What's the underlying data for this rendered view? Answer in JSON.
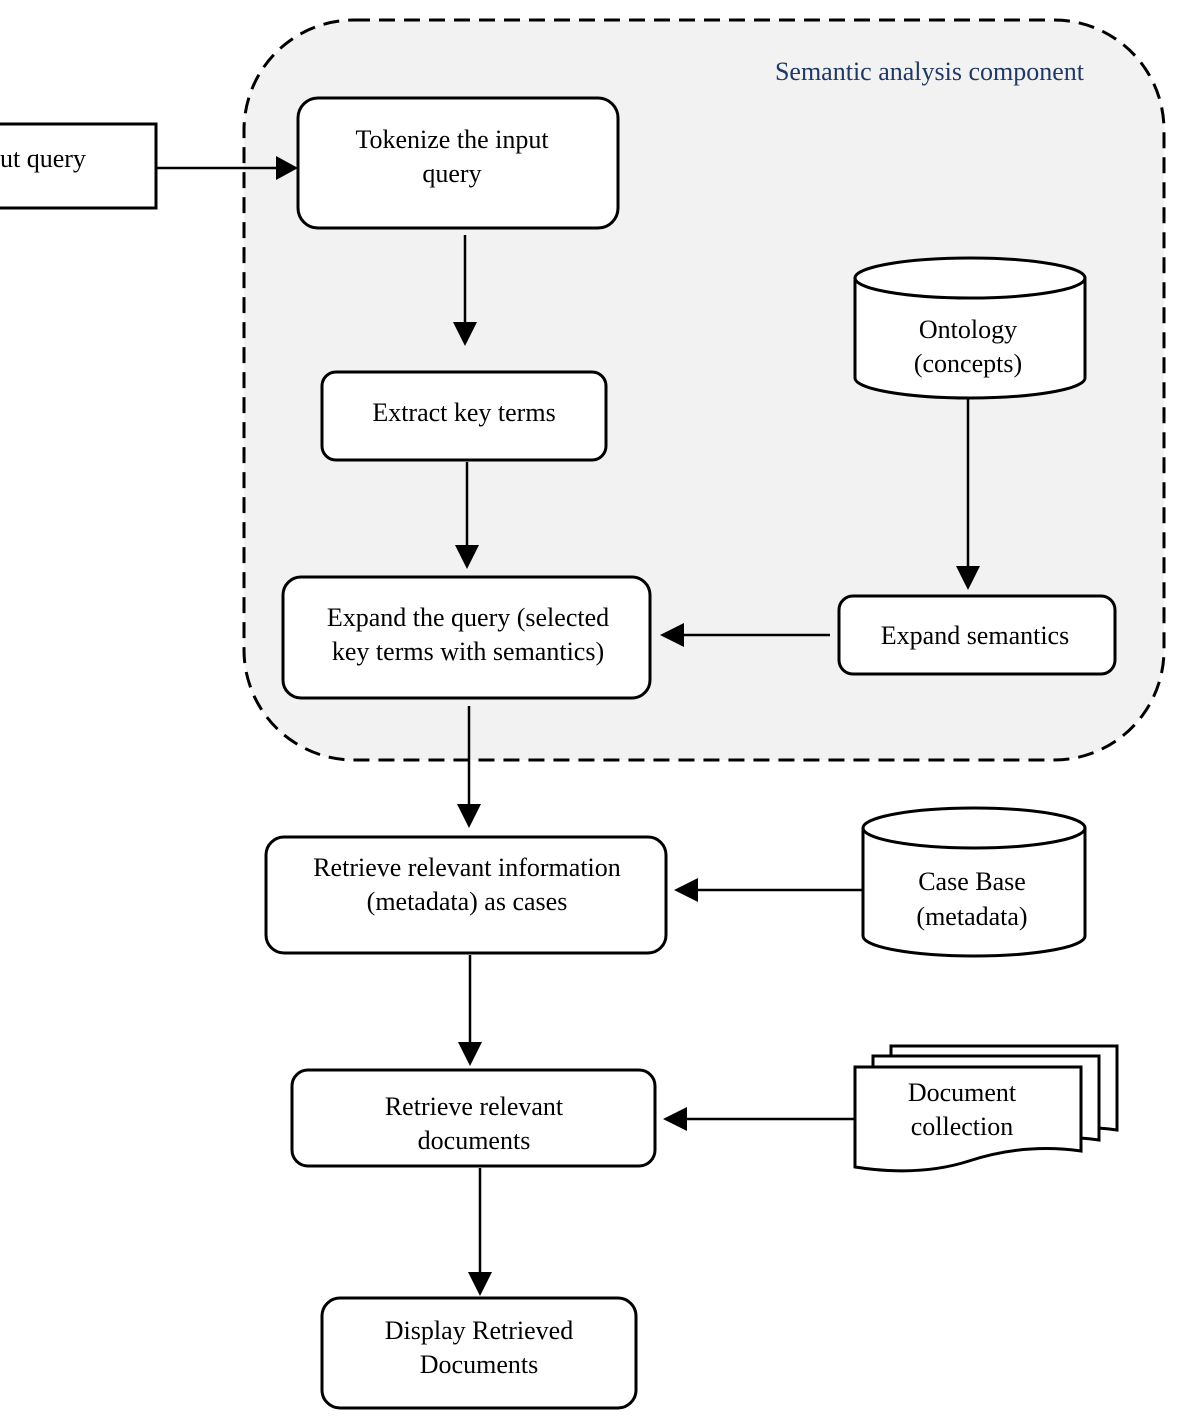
{
  "diagram": {
    "group_label": "Semantic analysis component",
    "nodes": {
      "input_query": "ut query",
      "tokenize": [
        "Tokenize the input",
        "query"
      ],
      "extract": [
        "Extract key terms"
      ],
      "ontology": [
        "Ontology",
        "(concepts)"
      ],
      "expand_query": [
        "Expand the query (selected",
        "key terms with semantics)"
      ],
      "expand_semantics": [
        "Expand semantics"
      ],
      "retrieve_info": [
        "Retrieve relevant information",
        "(metadata) as cases"
      ],
      "case_base": [
        "Case Base",
        "(metadata)"
      ],
      "retrieve_docs": [
        "Retrieve relevant",
        "documents"
      ],
      "doc_collection": [
        "Document",
        "collection"
      ],
      "display": [
        "Display Retrieved",
        "Documents"
      ]
    },
    "edges": [
      [
        "input_query",
        "tokenize"
      ],
      [
        "tokenize",
        "extract"
      ],
      [
        "extract",
        "expand_query"
      ],
      [
        "ontology",
        "expand_semantics"
      ],
      [
        "expand_semantics",
        "expand_query"
      ],
      [
        "expand_query",
        "retrieve_info"
      ],
      [
        "case_base",
        "retrieve_info"
      ],
      [
        "retrieve_info",
        "retrieve_docs"
      ],
      [
        "doc_collection",
        "retrieve_docs"
      ],
      [
        "retrieve_docs",
        "display"
      ]
    ]
  }
}
